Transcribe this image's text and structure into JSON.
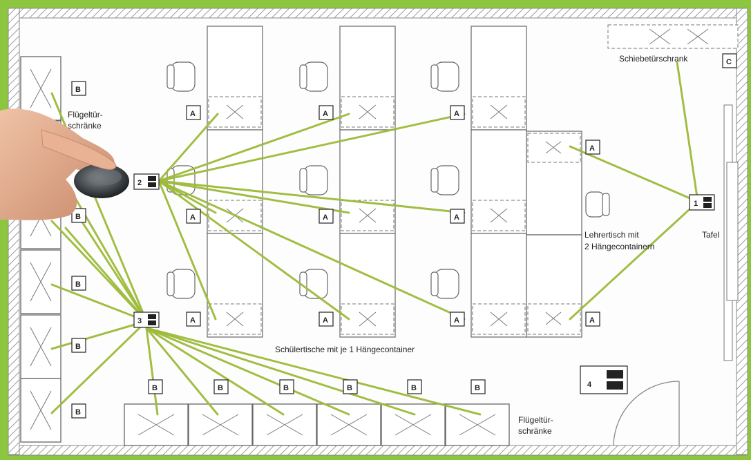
{
  "labels": {
    "wardrobe_left": "Flügeltür-\nschränke",
    "wardrobe_bottom": "Flügeltür-\nschränke",
    "sliding_cabinet": "Schiebetürschrank",
    "teacher_desk": "Lehrertisch mit\n2 Hängecontainern",
    "board": "Tafel",
    "student_desks": "Schülertische mit je 1 Hängecontainer"
  },
  "tags": {
    "a": "A",
    "b": "B",
    "c": "C"
  },
  "receivers": [
    {
      "id": "r1",
      "number": "1"
    },
    {
      "id": "r2",
      "number": "2"
    },
    {
      "id": "r3",
      "number": "3"
    },
    {
      "id": "r4",
      "number": "4"
    }
  ],
  "colors": {
    "frame": "#8cc63f",
    "wire": "#9dbb3a",
    "wall_hatch": "#999999"
  },
  "icons": {
    "remote": "remote-control-icon",
    "receiver": "receiver-icon"
  }
}
